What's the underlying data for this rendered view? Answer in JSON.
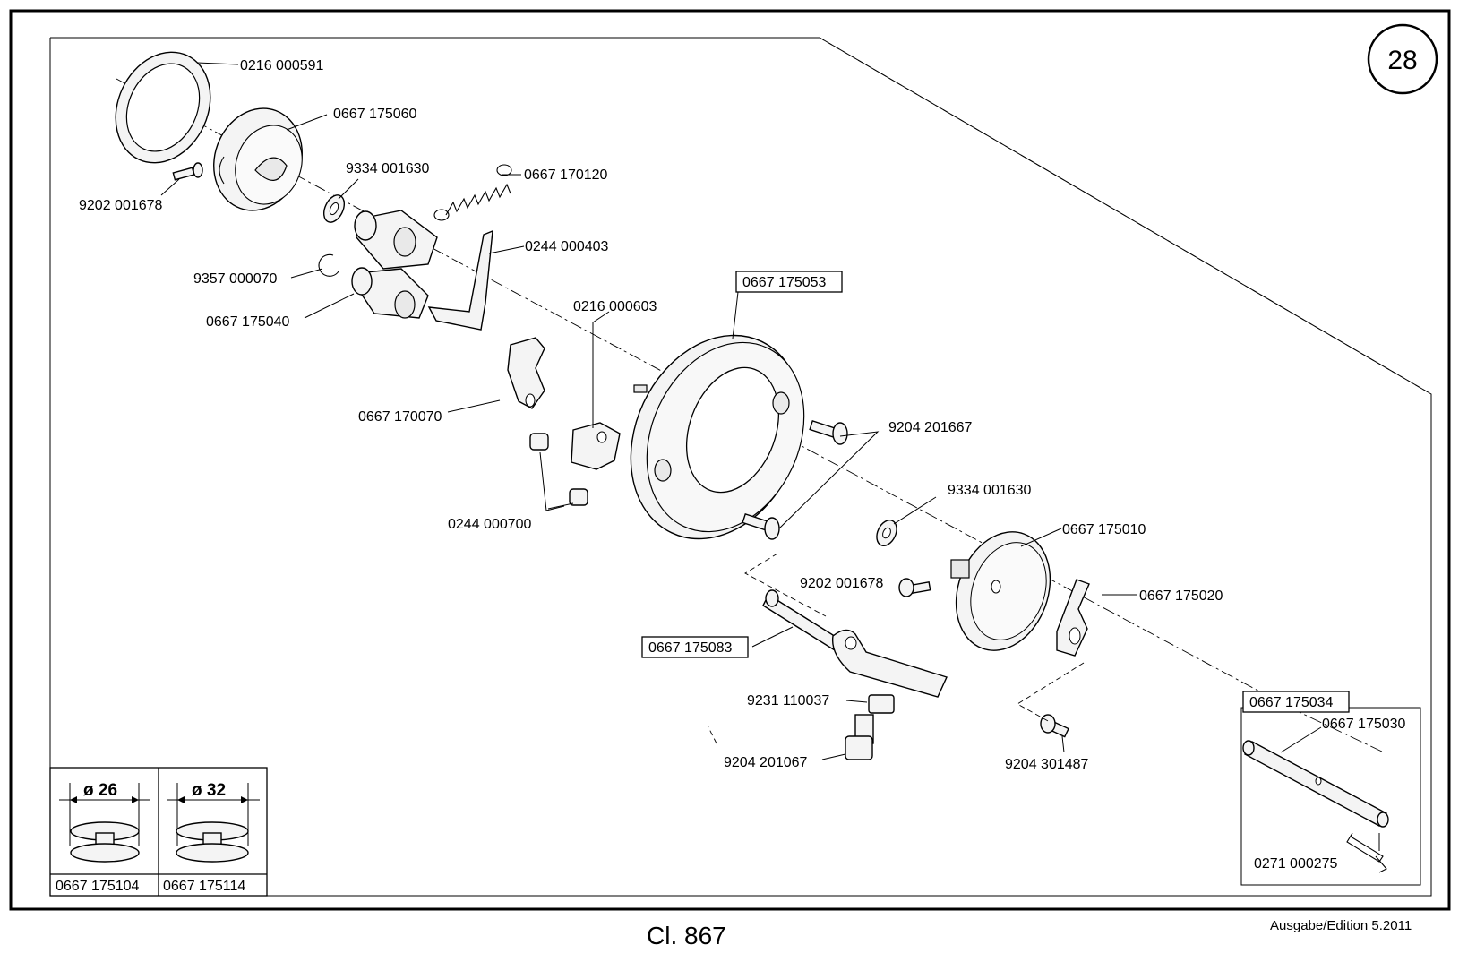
{
  "page": {
    "number": "28",
    "model": "Cl. 867",
    "edition": "Ausgabe/Edition  5.2011"
  },
  "parts": {
    "p0216_000591": "0216 000591",
    "p0667_175060": "0667 175060",
    "p9202_001678_a": "9202 001678",
    "p9334_001630_a": "9334 001630",
    "p0667_170120": "0667 170120",
    "p0244_000403": "0244 000403",
    "p9357_000070": "9357 000070",
    "p0667_175040": "0667 175040",
    "p0216_000603": "0216 000603",
    "p0667_175053": "0667 175053",
    "p0667_170070": "0667 170070",
    "p9204_201667": "9204 201667",
    "p0244_000700": "0244 000700",
    "p9334_001630_b": "9334 001630",
    "p0667_175010": "0667 175010",
    "p9202_001678_b": "9202 001678",
    "p0667_175020": "0667 175020",
    "p0667_175083": "0667 175083",
    "p9231_110037": "9231 110037",
    "p9204_201067": "9204 201067",
    "p9204_301487": "9204 301487",
    "p0667_175034": "0667 175034",
    "p0667_175030": "0667 175030",
    "p0271_000275": "0271 000275"
  },
  "bobbins": [
    {
      "diameter": "ø 26",
      "part": "0667 175104"
    },
    {
      "diameter": "ø 32",
      "part": "0667 175114"
    }
  ]
}
